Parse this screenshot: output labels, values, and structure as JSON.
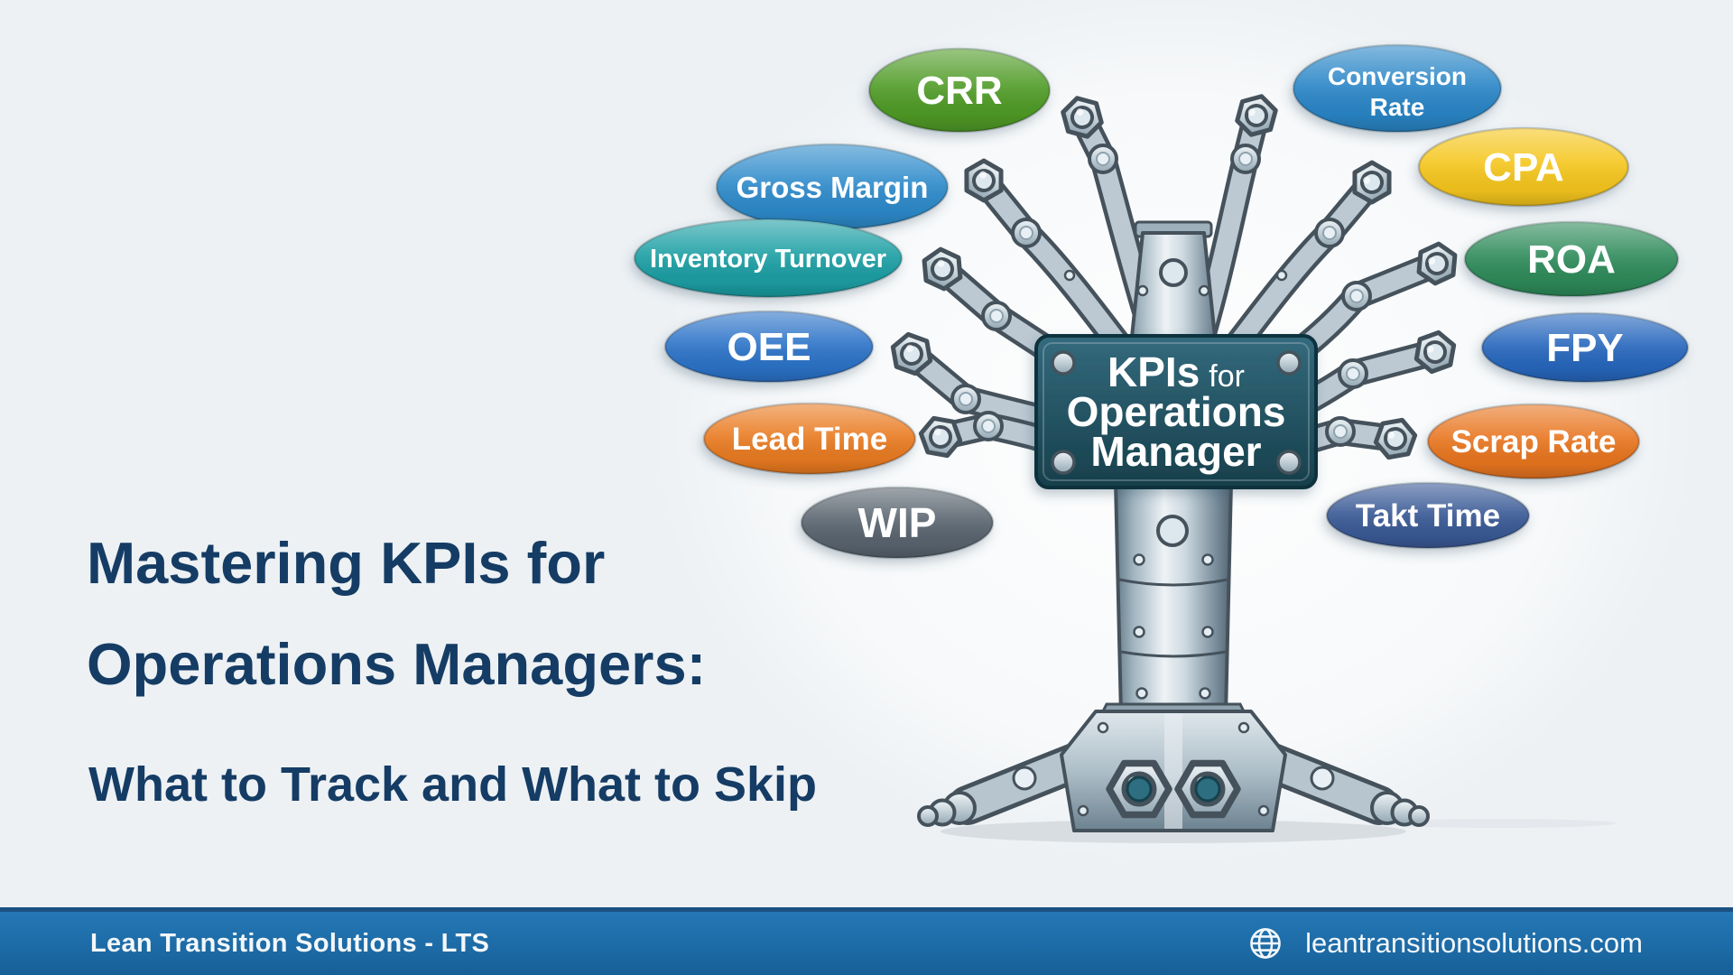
{
  "palette": {
    "background": "#edf1f4",
    "title_color": "#153c64",
    "footer_bar_color": "#1d6ba6",
    "sign_plate_color": "#215a6b",
    "metal_color": "#bcc9d3"
  },
  "title": {
    "line1": "Mastering KPIs for",
    "line2": "Operations Managers:",
    "subtitle": "What to Track and What to Skip"
  },
  "diagram": {
    "sign": {
      "word_kpis": "KPIs",
      "word_for": "for",
      "line2": "Operations",
      "line3": "Manager"
    },
    "badges": [
      {
        "id": "crr",
        "label": "CRR",
        "color": "#4f9b26",
        "text_color": "#ffffff"
      },
      {
        "id": "conversion-rate",
        "line1": "Conversion",
        "line2": "Rate",
        "color": "#2a86c7",
        "text_color": "#ffffff"
      },
      {
        "id": "gross-margin",
        "label": "Gross Margin",
        "color": "#2d8aca",
        "text_color": "#ffffff"
      },
      {
        "id": "cpa",
        "label": "CPA",
        "color": "#f5c61d",
        "text_color": "#ffffff"
      },
      {
        "id": "inventory-turnover",
        "label": "Inventory Turnover",
        "color": "#1c9fa4",
        "text_color": "#ffffff"
      },
      {
        "id": "roa",
        "label": "ROA",
        "color": "#2e8b5a",
        "text_color": "#ffffff"
      },
      {
        "id": "oee",
        "label": "OEE",
        "color": "#2c73c8",
        "text_color": "#ffffff"
      },
      {
        "id": "fpy",
        "label": "FPY",
        "color": "#2767bd",
        "text_color": "#ffffff"
      },
      {
        "id": "lead-time",
        "label": "Lead Time",
        "color": "#e97b22",
        "text_color": "#ffffff"
      },
      {
        "id": "scrap-rate",
        "label": "Scrap Rate",
        "color": "#e8751f",
        "text_color": "#ffffff"
      },
      {
        "id": "wip",
        "label": "WIP",
        "color": "#59646f",
        "text_color": "#ffffff"
      },
      {
        "id": "takt-time",
        "label": "Takt Time",
        "color": "#3a5a96",
        "text_color": "#ffffff"
      }
    ]
  },
  "footer": {
    "company": "Lean Transition Solutions - LTS",
    "website": "leantransitionsolutions.com",
    "globe_icon": "globe-icon"
  }
}
